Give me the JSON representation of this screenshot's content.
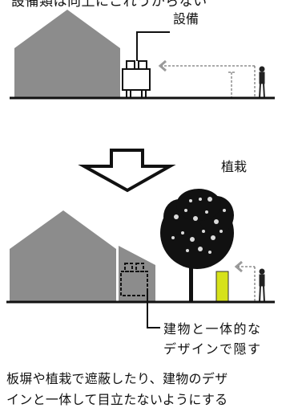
{
  "texts": {
    "top_partial": "設備類は向上にこれうからない",
    "label_setsubi": "設備",
    "label_shokusai": "植栽",
    "label_design_line1": "建物と一体的な",
    "label_design_line2": "デザインで隠す",
    "caption_line1": "板塀や植栽で遮蔽したり、建物のデザ",
    "caption_line2": "インと一体して目立たないようにする"
  },
  "colors": {
    "house": "#8c8c8c",
    "ground": "#111111",
    "hedge": "#d6e21a",
    "arrow_gray": "#9a9a9a"
  }
}
